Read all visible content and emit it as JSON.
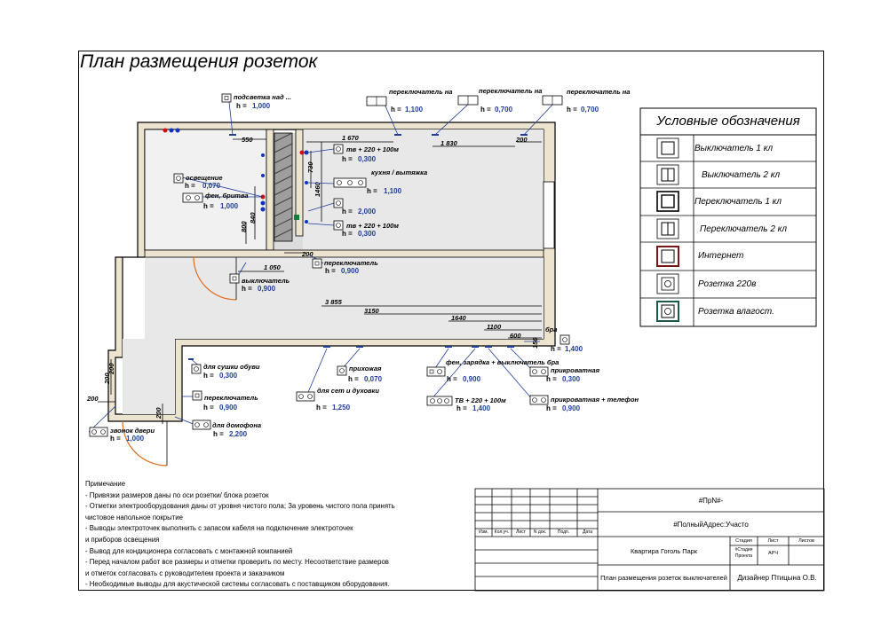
{
  "title": "План размещения розеток",
  "legend": {
    "title": "Условные обозначения",
    "items": [
      {
        "label": "Выключатель 1 кл",
        "icon": "switch-1-icon"
      },
      {
        "label": "Выключатель 2 кл",
        "icon": "switch-2-icon"
      },
      {
        "label": "Переключатель 1 кл",
        "icon": "toggle-1-icon"
      },
      {
        "label": "Переключатель 2 кл",
        "icon": "toggle-2-icon"
      },
      {
        "label": "Интернет",
        "icon": "internet-icon"
      },
      {
        "label": "Розетка 220в",
        "icon": "socket-220-icon"
      },
      {
        "label": "Розетка влагост.",
        "icon": "socket-moist-icon"
      }
    ]
  },
  "plan": {
    "dimensions": [
      "550",
      "1 670",
      "1 830",
      "200",
      "730",
      "1460",
      "800",
      "840",
      "200",
      "1 050",
      "3 855",
      "3150",
      "1640",
      "1100",
      "600",
      "150",
      "200",
      "200",
      "200",
      "200"
    ],
    "devices": [
      {
        "label": "подсветка над ...",
        "h": "h = ",
        "hv": "1,000"
      },
      {
        "label": "переключатель на",
        "h": "h = ",
        "hv": "1,100"
      },
      {
        "label": "переключатель на",
        "h": "h = ",
        "hv": "0,700"
      },
      {
        "label": "переключатель на",
        "h": "h = ",
        "hv": "0,700"
      },
      {
        "label": "тв + 220 + 100м",
        "h": "h = ",
        "hv": "0,300"
      },
      {
        "label": "кухня / вытяжка",
        "h": "h = ",
        "hv": "1,100"
      },
      {
        "label": "",
        "h": "h = ",
        "hv": "2,000"
      },
      {
        "label": "тв + 220 + 100м",
        "h": "h = ",
        "hv": "0,300"
      },
      {
        "label": "освещение",
        "h": "h = ",
        "hv": "0,070"
      },
      {
        "label": "фен, бритва",
        "h": "h = ",
        "hv": "1,000"
      },
      {
        "label": "переключатель",
        "h": "h = ",
        "hv": "0,900"
      },
      {
        "label": "выключатель",
        "h": "h = ",
        "hv": "0,900"
      },
      {
        "label": "бра",
        "h": "h = ",
        "hv": "1,400"
      },
      {
        "label": "для сушки обуви",
        "h": "h = ",
        "hv": "0,300"
      },
      {
        "label": "прихожая",
        "h": "h = ",
        "hv": "0,070"
      },
      {
        "label": "фен, зарядка + выключатель бра",
        "h": "h = ",
        "hv": "0,900"
      },
      {
        "label": "прикроватная",
        "h": "h = ",
        "hv": "0,300"
      },
      {
        "label": "переключатель",
        "h": "h = ",
        "hv": "0,900"
      },
      {
        "label": "для сет и духовки",
        "h": "h = ",
        "hv": "1,250"
      },
      {
        "label": "ТВ + 220 + 100м",
        "h": "h = ",
        "hv": "1,400"
      },
      {
        "label": "прикроватная + телефон",
        "h": "h = ",
        "hv": "0,900"
      },
      {
        "label": "звонок двери",
        "h": "h = ",
        "hv": "1,000"
      },
      {
        "label": "для домофона",
        "h": "h = ",
        "hv": "2,200"
      }
    ]
  },
  "notes": {
    "heading": "Примечание",
    "lines": [
      "- Привязки размеров даны по оси розетки/ блока розеток",
      "- Отметки электрооборудования даны от уровня чистого пола; За уровень чистого пола принять",
      "  чистовое напольное покрытие",
      "- Выводы электроточек выполнить с запасом кабеля на подключение электроточек",
      "и приборов освещения",
      "- Вывод для кондиционера согласовать с монтажной компанией",
      "- Перед началом работ все размеры и отметки проверить по месту. Несоответствие размеров",
      "  и отметок согласовать с руководителем проекта и заказчиком",
      "- Необходимые выводы для акустической системы согласовать с поставщиком оборудования."
    ]
  },
  "titleblock": {
    "code": "#ПрN#-",
    "address": "#ПолныйАдрес:Участо",
    "cols": [
      "Изм.",
      "Кол.уч.",
      "Лист",
      "N док.",
      "Подп.",
      "Дата"
    ],
    "project": "Квартира Гоголь Парк",
    "sheet_title": "План размещения розеток выключателей",
    "stage_label": "Стадия",
    "sheet_label": "Лист",
    "sheets_label": "Листов",
    "stage_val": "#Стадия Проекта",
    "sheet_val": "АРЧ",
    "designer": "Дизайнер Птицына О.В."
  }
}
